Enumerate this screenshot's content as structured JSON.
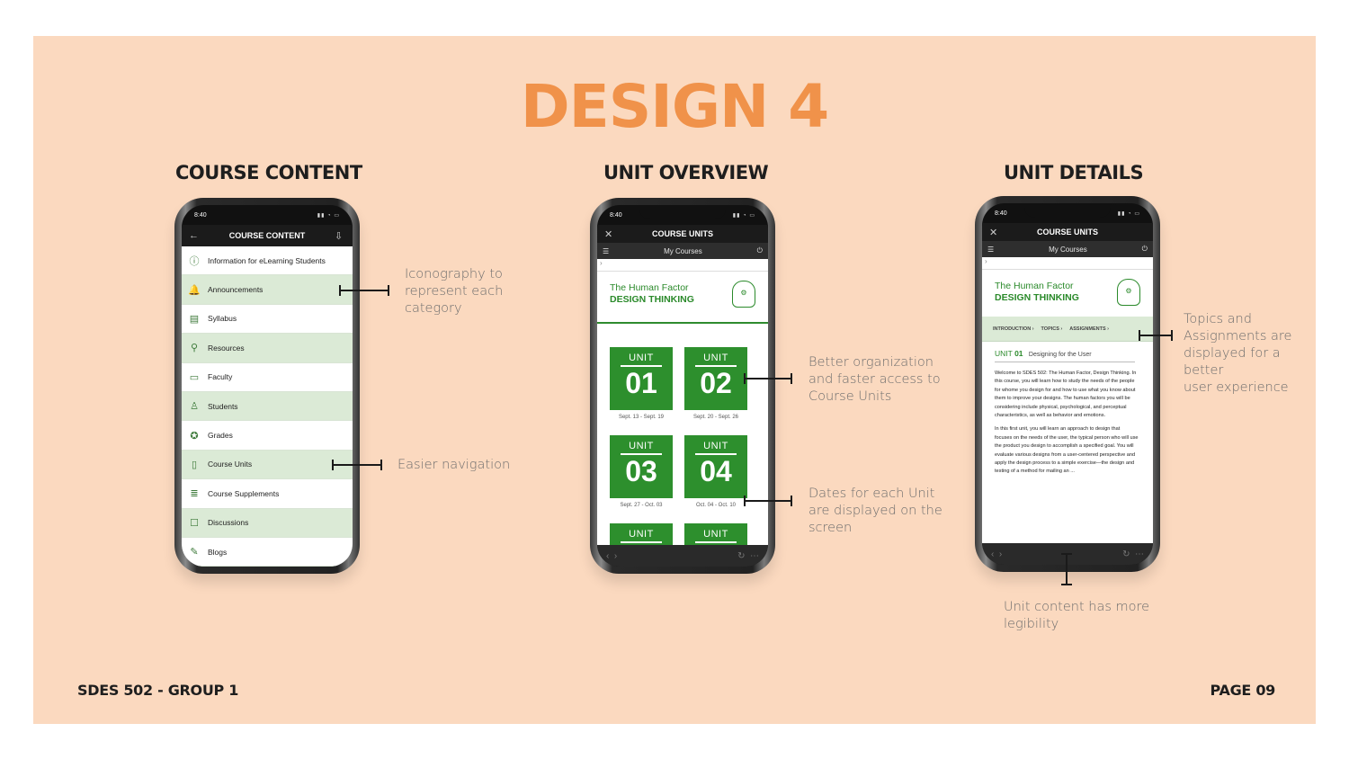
{
  "slide": {
    "title": "DESIGN 4",
    "footer_left": "SDES 502 - GROUP 1",
    "footer_right": "PAGE 09"
  },
  "sections": {
    "course_content": "COURSE CONTENT",
    "unit_overview": "UNIT OVERVIEW",
    "unit_details": "UNIT DETAILS"
  },
  "notes": {
    "iconography": [
      "Iconography to",
      "represent each",
      "category"
    ],
    "navigation": [
      "Easier navigation"
    ],
    "organization": [
      "Better organization",
      "and faster access to",
      "Course Units"
    ],
    "dates": [
      "Dates for each Unit",
      "are displayed on the",
      "screen"
    ],
    "topics": [
      "Topics and",
      "Assignments are",
      "displayed for a better",
      "user experience"
    ],
    "legibility": [
      "Unit content has more",
      "legibility"
    ]
  },
  "phone1": {
    "time": "8:40",
    "status_icons": "▮▮ ◔ ▭",
    "appbar_title": "COURSE CONTENT",
    "items": [
      {
        "label": "Information for eLearning Students",
        "icon": "info-icon",
        "glyph": "ⓘ"
      },
      {
        "label": "Announcements",
        "icon": "bell-icon",
        "glyph": "🔔"
      },
      {
        "label": "Syllabus",
        "icon": "document-icon",
        "glyph": "▤"
      },
      {
        "label": "Resources",
        "icon": "magnifier-icon",
        "glyph": "⚲"
      },
      {
        "label": "Faculty",
        "icon": "id-card-icon",
        "glyph": "▭"
      },
      {
        "label": "Students",
        "icon": "person-icon",
        "glyph": "♙"
      },
      {
        "label": "Grades",
        "icon": "award-icon",
        "glyph": "✪"
      },
      {
        "label": "Course Units",
        "icon": "book-icon",
        "glyph": "▯"
      },
      {
        "label": "Course Supplements",
        "icon": "books-stack-icon",
        "glyph": "≣"
      },
      {
        "label": "Discussions",
        "icon": "chat-icon",
        "glyph": "☐"
      },
      {
        "label": "Blogs",
        "icon": "pencil-icon",
        "glyph": "✎"
      }
    ]
  },
  "phone2": {
    "time": "8:40",
    "status_icons": "▮▮ ◔ ▭",
    "appbar_title": "COURSE UNITS",
    "subbar": "My Courses",
    "course_line1": "The Human Factor",
    "course_line2": "DESIGN THINKING",
    "units": [
      {
        "label": "UNIT",
        "number": "01",
        "dates": "Sept. 13 - Sept. 19"
      },
      {
        "label": "UNIT",
        "number": "02",
        "dates": "Sept. 20 - Sept. 26"
      },
      {
        "label": "UNIT",
        "number": "03",
        "dates": "Sept. 27 - Oct. 03"
      },
      {
        "label": "UNIT",
        "number": "04",
        "dates": "Oct. 04 - Oct. 10"
      },
      {
        "label": "UNIT",
        "number": "",
        "dates": ""
      },
      {
        "label": "UNIT",
        "number": "",
        "dates": ""
      }
    ]
  },
  "phone3": {
    "time": "8:40",
    "status_icons": "▮▮ ◔ ▭",
    "appbar_title": "COURSE UNITS",
    "subbar": "My Courses",
    "course_line1": "The Human Factor",
    "course_line2": "DESIGN THINKING",
    "tabs": [
      "INTRODUCTION ›",
      "TOPICS ›",
      "ASSIGNMENTS ›"
    ],
    "unit_prefix": "UNIT",
    "unit_number": "01",
    "unit_title": "Designing for the User",
    "para1": "Welcome to SDES 502: The Human Factor, Design Thinking. In this course, you will learn how to study the needs of the people for whome you design for and how to use what you know about them to improve your designs. The human factors you will be considering include physical, psychological, and perceptual characteristics, as well as behavior and emotions.",
    "para2": "In this first unit, you will learn an approach to design that focuses on the needs of the user, the typical person who will use the product you design to accomplish a specified goal. You will evaluate various designs from a user-centered perspective and apply the design process to a simple exercise—the design and testing of a method for mailing an ..."
  }
}
